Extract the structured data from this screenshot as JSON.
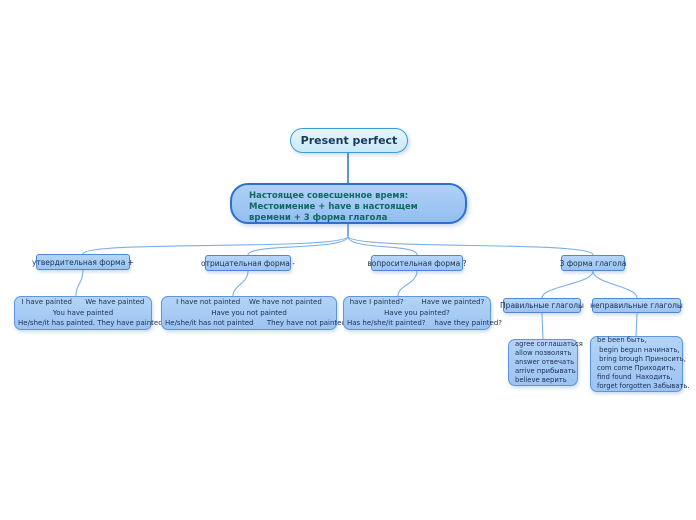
{
  "root": {
    "label": "Present perfect"
  },
  "definition": {
    "lines": [
      "Настоящее совесшенное время:",
      "Местоимение + have в настоящем",
      "времени + 3 форма глагола"
    ]
  },
  "branches": [
    {
      "label": "утвердительная форма +",
      "leaf": {
        "lines": [
          "I have painted      We have painted",
          "You have painted",
          "He/she/it has painted. They have painted"
        ]
      }
    },
    {
      "label": "отрицательная форма -",
      "leaf": {
        "lines": [
          "I have not painted    We have not painted",
          "Have you not painted",
          "He/she/it has not painted      They have not painted"
        ]
      }
    },
    {
      "label": "вопросительная форма ?",
      "leaf": {
        "lines": [
          "have I painted?        Have we painted?",
          "Have you painted?",
          "Has he/she/it painted?    have they painted?"
        ]
      }
    },
    {
      "label": "3 форма глагола",
      "children": [
        {
          "label": "Правильные глаголы",
          "leaf": {
            "lines": [
              "agree соглашаться",
              "allow позволять",
              "answer отвечать",
              "arrive прибывать",
              "believe верить"
            ]
          }
        },
        {
          "label": "неправильные глаголы",
          "leaf": {
            "lines": [
              "be been быть,",
              " begin begun начинать,",
              " bring brough Приносить,",
              "com come Приходить,",
              "find found  Находить,",
              "forget forgotten Забывать."
            ]
          }
        }
      ]
    }
  ],
  "colors": {
    "root_fill": "#cfeaf8",
    "root_border": "#3e9bd3",
    "definition_fill": "#9cc5f3",
    "definition_border": "#2a6fd2",
    "definition_text": "#0e6a60",
    "node_fill": "#a6ccf5",
    "node_border": "#4f86d8",
    "leaf_border": "#5b96e0",
    "connector": "#7aafe8",
    "trunk": "#4a86d8",
    "text": "#1c2e52"
  }
}
